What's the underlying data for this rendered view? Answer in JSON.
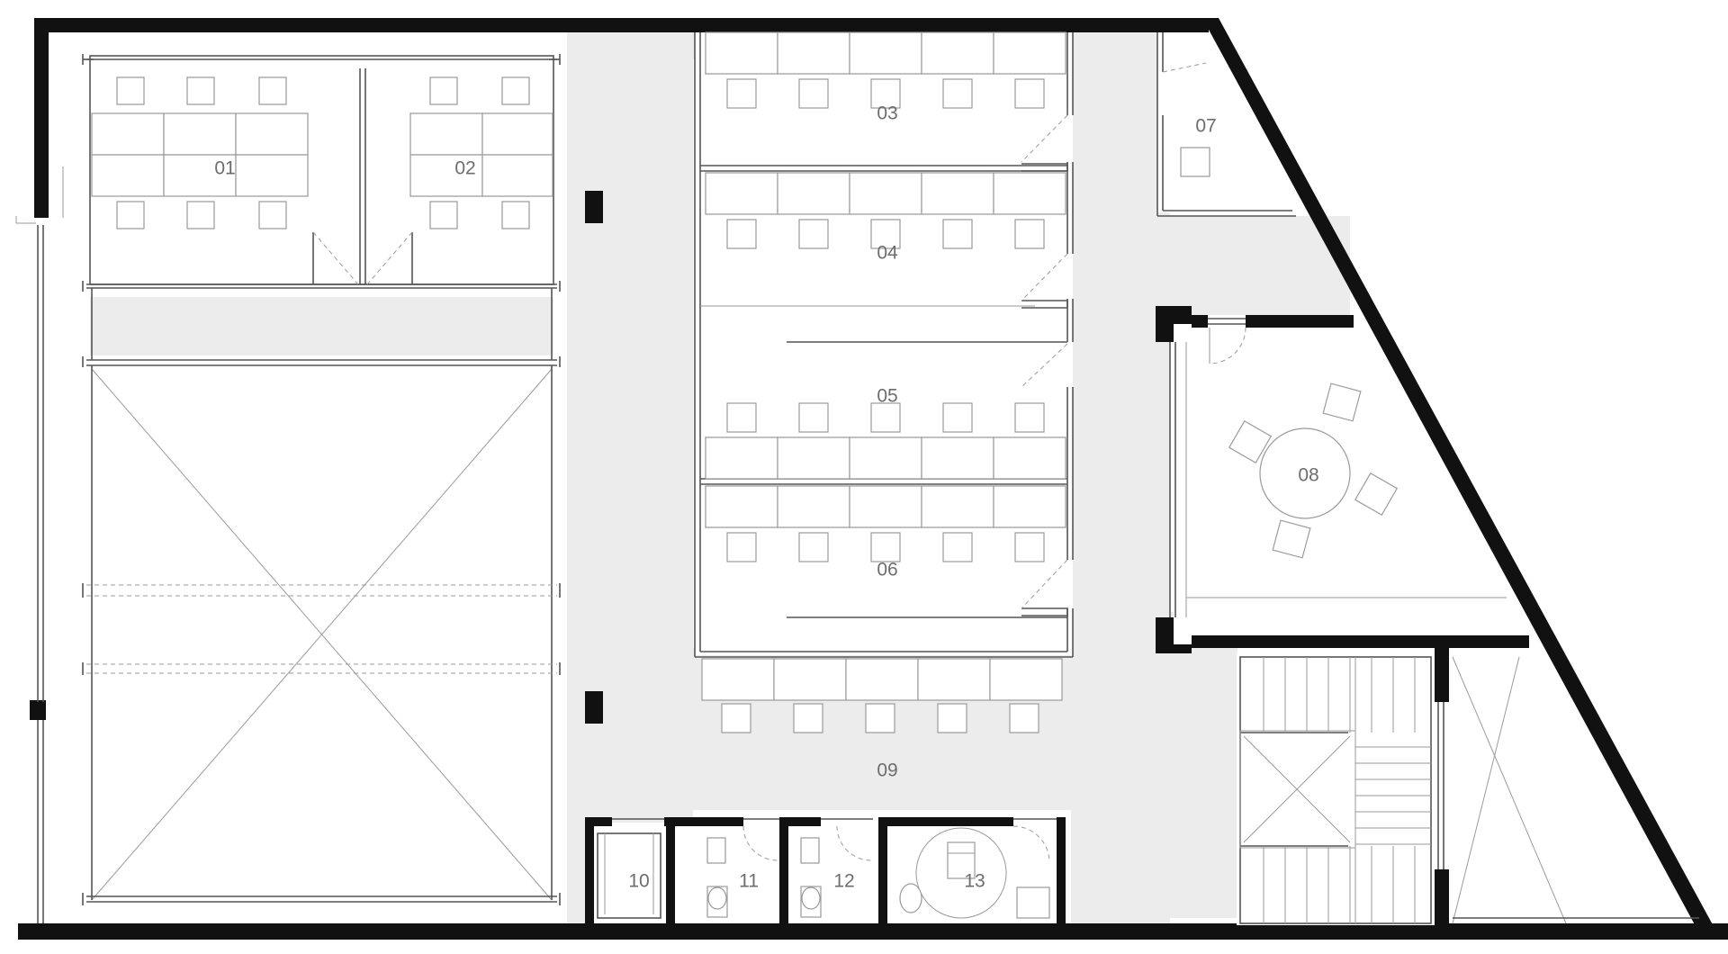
{
  "rooms": {
    "r01": "01",
    "r02": "02",
    "r03": "03",
    "r04": "04",
    "r05": "05",
    "r06": "06",
    "r07": "07",
    "r08": "08",
    "r09": "09",
    "r10": "10",
    "r11": "11",
    "r12": "12",
    "r13": "13"
  },
  "colors": {
    "wall": "#111111",
    "corridor": "#ececec",
    "label": "#6d6d6d"
  }
}
